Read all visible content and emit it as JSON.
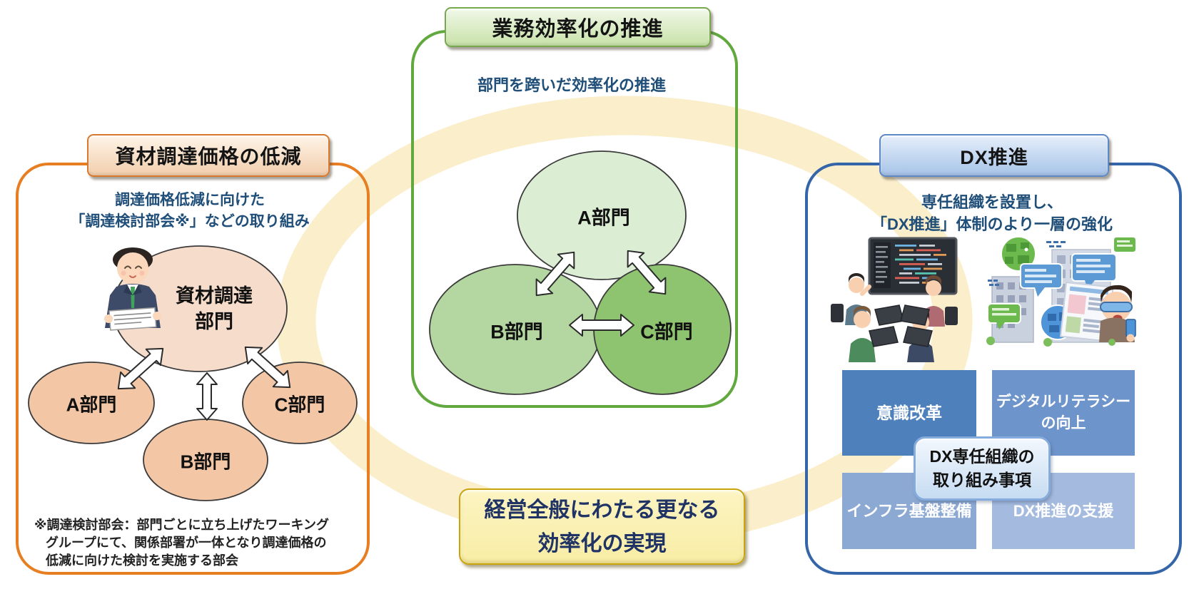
{
  "colors": {
    "procurement_accent": "#E87E22",
    "efficiency_accent": "#61A83E",
    "dx_accent": "#3465A8",
    "subtitle_text": "#1F4E79",
    "banner_text": "#1F3364",
    "ring": "#FBEECB",
    "peach_hub": "#F6DCCB",
    "peach_dept": "#F3C7A6",
    "green_a": "#DBEDD3",
    "green_b": "#B4D7A1",
    "green_c": "#8EC370",
    "dx_box1": "#4E80BC",
    "dx_box2": "#6E95CB",
    "dx_box3": "#8CA9D4",
    "dx_box4": "#A4BADE"
  },
  "procurement": {
    "title": "資材調達価格の低減",
    "subtitle1": "調達価格低減に向けた",
    "subtitle2": "「調達検討部会※」などの取り組み",
    "hub1": "資材調達",
    "hub2": "部門",
    "deptA": "A部門",
    "deptB": "B部門",
    "deptC": "C部門",
    "footnote1": "※調達検討部会：部門ごとに立ち上げたワーキング",
    "footnote2": "グループにて、関係部署が一体となり調達価格の",
    "footnote3": "低減に向けた検討を実施する部会"
  },
  "efficiency": {
    "title": "業務効率化の推進",
    "subtitle": "部門を跨いだ効率化の推進",
    "deptA": "A部門",
    "deptB": "B部門",
    "deptC": "C部門"
  },
  "dx": {
    "title": "DX推進",
    "subtitle1": "専任組織を設置し、",
    "subtitle2": "「DX推進」体制のより一層の強化",
    "box1": "意識改革",
    "box2a": "デジタルリテラシー",
    "box2b": "の向上",
    "box3": "インフラ基盤整備",
    "box4": "DX推進の支援",
    "overlay1": "DX専任組織の",
    "overlay2": "取り組み事項"
  },
  "banner": {
    "line1": "経営全般にわたる更なる",
    "line2": "効率化の実現"
  }
}
